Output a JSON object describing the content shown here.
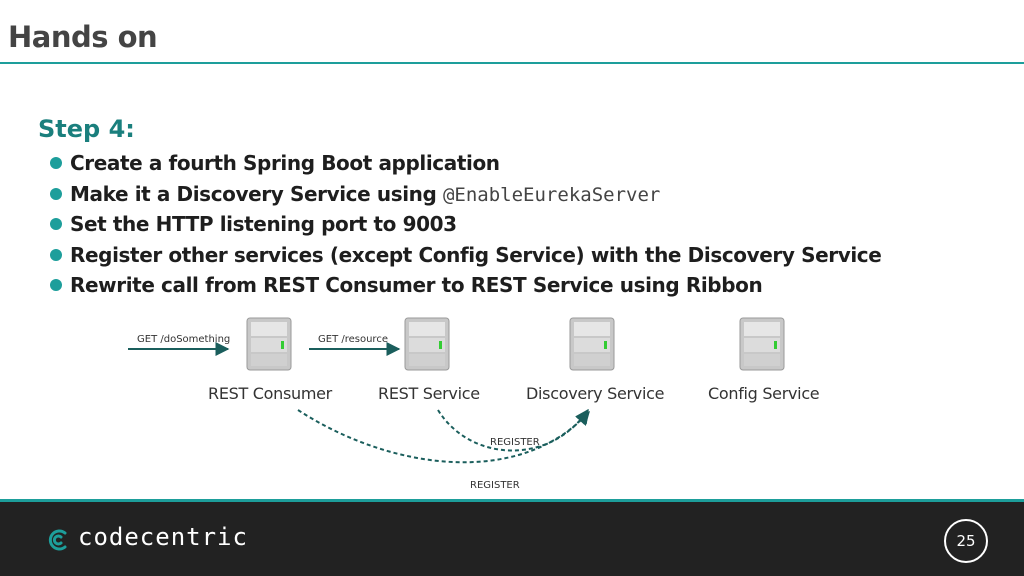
{
  "slide": {
    "title": "Hands on",
    "step": "Step 4:",
    "bullets": [
      {
        "text": "Create a fourth Spring Boot application",
        "code": ""
      },
      {
        "text": "Make it a Discovery Service using ",
        "code": "@EnableEurekaServer"
      },
      {
        "text": "Set the HTTP listening port to 9003",
        "code": ""
      },
      {
        "text": "Register other services (except Config Service) with the Discovery Service",
        "code": ""
      },
      {
        "text": "Rewrite call from REST Consumer to REST Service using Ribbon",
        "code": ""
      }
    ]
  },
  "diagram": {
    "servers": [
      {
        "label": "REST Consumer",
        "icon": "server-icon"
      },
      {
        "label": "REST Service",
        "icon": "server-icon"
      },
      {
        "label": "Discovery Service",
        "icon": "server-icon"
      },
      {
        "label": "Config Service",
        "icon": "server-icon"
      }
    ],
    "requests": [
      "GET /doSomething",
      "GET /resource"
    ],
    "registrations": [
      "REGISTER",
      "REGISTER"
    ]
  },
  "footer": {
    "brand": "codecentric",
    "page_number": "25"
  },
  "colors": {
    "accent": "#1d9e9b",
    "heading": "#1a7f7d",
    "arrow": "#1a5e5c",
    "footer_bg": "#222222"
  }
}
